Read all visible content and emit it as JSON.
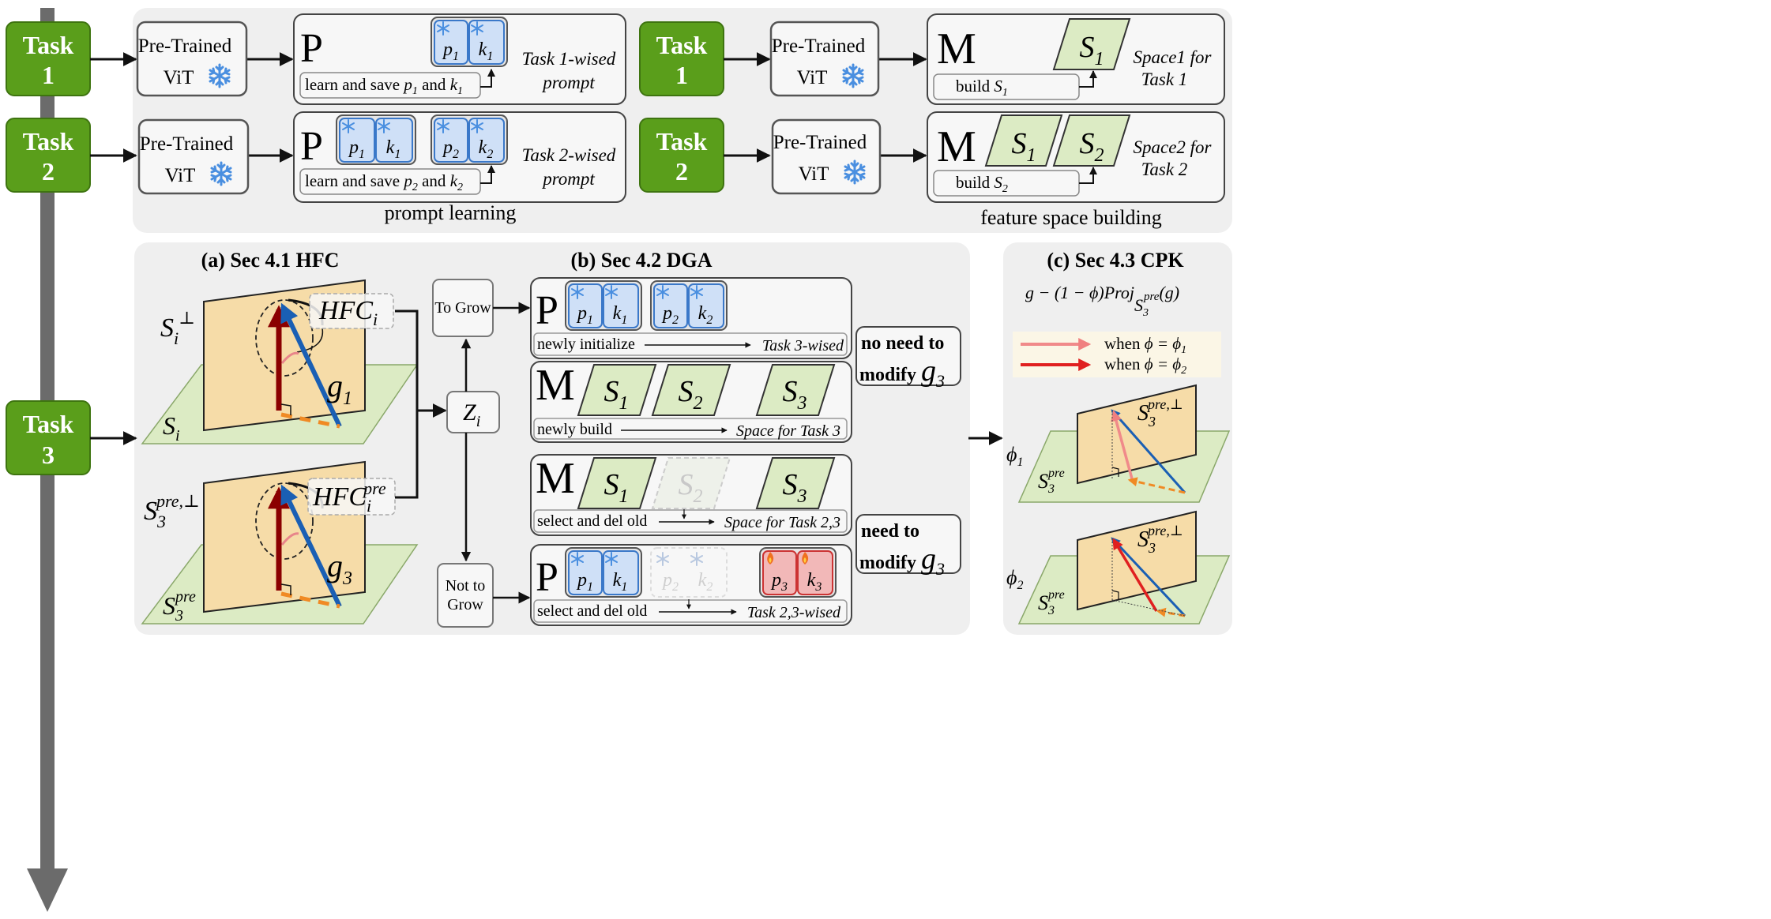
{
  "task_labels": {
    "t1": [
      "Task",
      "1"
    ],
    "t2": [
      "Task",
      "2"
    ],
    "t3": [
      "Task",
      "3"
    ]
  },
  "vit": [
    "Pre-Trained",
    "ViT"
  ],
  "prompt_learning": {
    "P": "P",
    "row1_action": "learn and save",
    "row1_keys": [
      "p1",
      "k1"
    ],
    "row1_desc": [
      "Task 1-wised",
      "prompt"
    ],
    "row2_action": "learn and save",
    "row2_desc": [
      "Task 2-wised",
      "prompt"
    ],
    "caption": "prompt learning"
  },
  "feature_space": {
    "M": "M",
    "row1_action": "build",
    "row1_desc": [
      "Space1 for",
      "Task 1"
    ],
    "row2_desc": [
      "Space2 for",
      "Task 2"
    ],
    "caption": "feature space building"
  },
  "hfc": {
    "title": "(a) Sec 4.1 HFC"
  },
  "dga": {
    "title": "(b) Sec 4.2 DGA",
    "to_grow": "To Grow",
    "not_to_grow": [
      "Not to",
      "Grow"
    ],
    "newly_initialize": "newly initialize",
    "task3_wised": "Task 3-wised",
    "newly_build": "newly build",
    "space_task3": "Space for Task 3",
    "select_del_old": "select and del old",
    "space_task23": "Space for Task 2,3",
    "task23_wised": "Task 2,3-wised",
    "no_need": [
      "no need to",
      "modify"
    ],
    "need": [
      "need to",
      "modify"
    ]
  },
  "cpk": {
    "title": "(c) Sec 4.3 CPK",
    "formula_prefix": "g − (1 − ϕ)Proj",
    "when": "when"
  },
  "colors": {
    "task_green": "#5a9e1b",
    "freeze_blue": "#4a8fe0",
    "space_green": "#dcebc4",
    "plane_tan": "#f6dca8",
    "red_prompt": "#f2b8b8",
    "g_blue": "#1a5fb4",
    "dark_red": "#8b0000"
  }
}
